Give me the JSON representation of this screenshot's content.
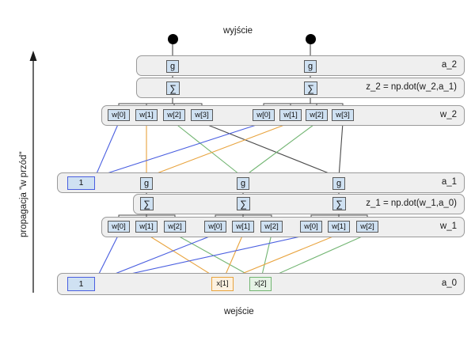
{
  "diagram": {
    "title_top": "wyjście",
    "title_bottom": "wejście",
    "side_label": "propagacja \"w przód\"",
    "colors": {
      "band_fill": "#efefef",
      "band_stroke": "#9a9a9a",
      "node_fill": "#cfe1f2",
      "node_stroke": "#5a5a5a",
      "bias_stroke": "#4a5fe0",
      "x1_stroke": "#e8a33d",
      "x2_stroke": "#72b572",
      "wire_blue": "#4a5fe0",
      "wire_orange": "#e8a33d",
      "wire_green": "#72b572",
      "wire_dark": "#4a4a4a"
    },
    "layers": [
      {
        "id": "a_2",
        "label": "a_2",
        "nodes": [
          "g",
          "g"
        ]
      },
      {
        "id": "z_2",
        "label": "z_2 = np.dot(w_2,a_1)",
        "nodes": [
          "∑",
          "∑"
        ]
      },
      {
        "id": "w_2",
        "label": "w_2",
        "nodes": [
          "w[0]",
          "w[1]",
          "w[2]",
          "w[3]",
          "w[0]",
          "w[1]",
          "w[2]",
          "w[3]"
        ]
      },
      {
        "id": "a_1",
        "label": "a_1",
        "nodes": [
          "1",
          "g",
          "g",
          "g"
        ]
      },
      {
        "id": "z_1",
        "label": "z_1 = np.dot(w_1,a_0)",
        "nodes": [
          "∑",
          "∑",
          "∑"
        ]
      },
      {
        "id": "w_1",
        "label": "w_1",
        "nodes": [
          "w[0]",
          "w[1]",
          "w[2]",
          "w[0]",
          "w[1]",
          "w[2]",
          "w[0]",
          "w[1]",
          "w[2]"
        ]
      },
      {
        "id": "a_0",
        "label": "a_0",
        "nodes": [
          "1",
          "x[1]",
          "x[2]"
        ]
      }
    ],
    "output_units": 2,
    "hidden_units": 3,
    "input_units": 3
  }
}
